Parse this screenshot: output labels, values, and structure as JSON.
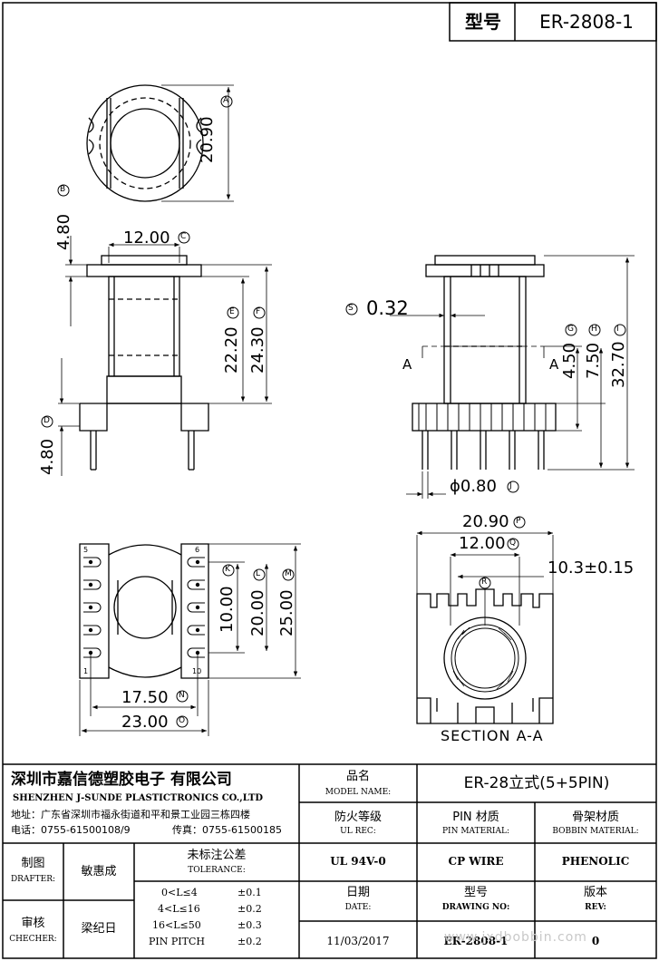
{
  "header": {
    "type_label": "型号",
    "part_number": "ER-2808-1"
  },
  "dimensions": {
    "top_view_height": "20.90",
    "marker_A": "A",
    "marker_B": "B",
    "pin_offset_top": "4.80",
    "top_width": "12.00",
    "marker_C": "C",
    "marker_D": "D",
    "bottom_pin": "4.80",
    "winding_height_E": "22.20",
    "marker_E": "E",
    "total_height_F": "24.30",
    "marker_F": "F",
    "marker_S": "S",
    "wall_thickness": "0.32",
    "section_label_left": "A",
    "section_label_right": "A",
    "dim_G": "4.50",
    "marker_G": "G",
    "dim_H": "7.50",
    "marker_H": "H",
    "dim_I": "32.70",
    "marker_I": "I",
    "pin_diameter": "ϕ0.80",
    "marker_J": "J",
    "dim_K": "10.00",
    "marker_K": "K",
    "dim_L": "20.00",
    "marker_L": "L",
    "dim_M": "25.00",
    "marker_M": "M",
    "dim_N": "17.50",
    "marker_N": "N",
    "dim_O": "23.00",
    "marker_O": "O",
    "dim_P": "20.90",
    "marker_P": "P",
    "dim_Q": "12.00",
    "marker_Q": "Q",
    "marker_R": "R",
    "dim_bore": "10.3±0.15",
    "pin_5": "5",
    "pin_1": "1",
    "pin_6": "6",
    "pin_10": "10",
    "section_title": "SECTION A-A"
  },
  "title_block": {
    "company_cn": "深圳市嘉信德塑胶电子 有限公司",
    "company_en": "SHENZHEN J-SUNDE PLASTICTRONICS CO.,LTD",
    "address": "地址：广东省深圳市福永街道和平和景工业园三栋四楼",
    "phone": "电话：0755-61500108/9",
    "fax": "传真：0755-61500185",
    "model_label_cn": "品名",
    "model_label_en": "MODEL NAME:",
    "model_value": "ER-28立式(5+5PIN)",
    "ul_label_cn": "防火等级",
    "ul_label_en": "UL REC:",
    "ul_value": "UL 94V-0",
    "pin_label_cn": "PIN 材质",
    "pin_label_en": "PIN MATERIAL:",
    "pin_value": "CP WIRE",
    "bobbin_label_cn": "骨架材质",
    "bobbin_label_en": "BOBBIN MATERIAL:",
    "bobbin_value": "PHENOLIC",
    "drafter_label_cn": "制图",
    "drafter_label_en": "DRAFTER:",
    "drafter_value": "敏惠成",
    "checker_label_cn": "审核",
    "checker_label_en": "CHECHER:",
    "checker_value": "梁纪日",
    "tolerance_label_cn": "未标注公差",
    "tolerance_label_en": "TOLERANCE:",
    "tolerances": [
      {
        "range": "0<L≤4",
        "value": "±0.1"
      },
      {
        "range": "4<L≤16",
        "value": "±0.2"
      },
      {
        "range": "16<L≤50",
        "value": "±0.3"
      },
      {
        "range": "PIN PITCH",
        "value": "±0.2"
      }
    ],
    "date_label_cn": "日期",
    "date_label_en": "DATE:",
    "date_value": "11/03/2017",
    "drawing_label_cn": "型号",
    "drawing_label_en": "DRAWING NO:",
    "drawing_value": "ER-2808-1",
    "rev_label_cn": "版本",
    "rev_label_en": "REV:",
    "rev_value": "0"
  },
  "watermark": "www.jxdbobbin.com"
}
